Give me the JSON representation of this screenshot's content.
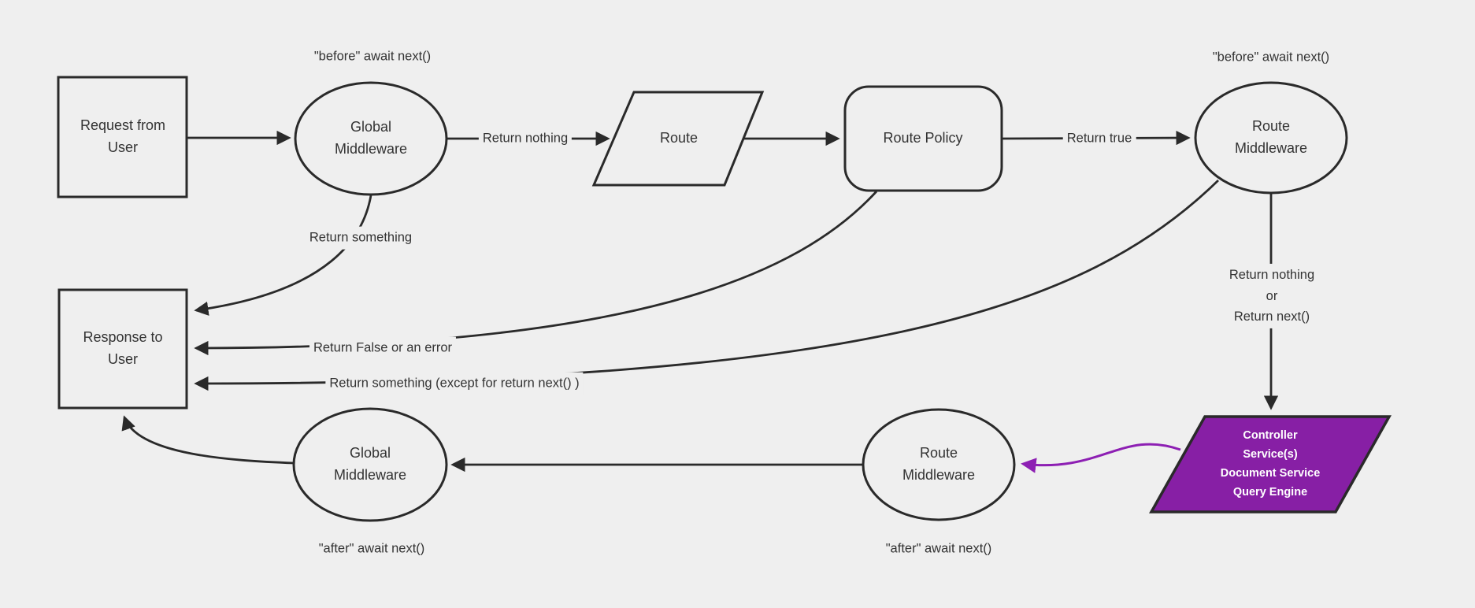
{
  "colors": {
    "background": "#efefef",
    "line": "#2a2a2a",
    "text": "#333333",
    "purple_fill": "#871fa5",
    "purple_edge": "#8d1fb3",
    "purple_text": "#ffffff"
  },
  "nodes": {
    "request_from_user": "Request from\nUser",
    "global_middleware_top": "Global\nMiddleware",
    "route": "Route",
    "route_policy": "Route Policy",
    "route_middleware_top": "Route\nMiddleware",
    "controller_services": "Controller\nService(s)\nDocument Service\nQuery Engine",
    "route_middleware_bottom": "Route\nMiddleware",
    "global_middleware_bottom": "Global\nMiddleware",
    "response_to_user": "Response to\nUser"
  },
  "edge_labels": {
    "before_await_left": "\"before\" await next()",
    "before_await_right": "\"before\" await next()",
    "return_nothing": "Return nothing",
    "return_true": "Return true",
    "return_something": "Return something",
    "return_false_or_error": "Return False or an error",
    "return_something_except": "Return something (except for return next() )",
    "return_nothing_or_next": "Return nothing\nor\nReturn next()",
    "after_await_left": "\"after\" await next()",
    "after_await_right": "\"after\" await next()"
  }
}
